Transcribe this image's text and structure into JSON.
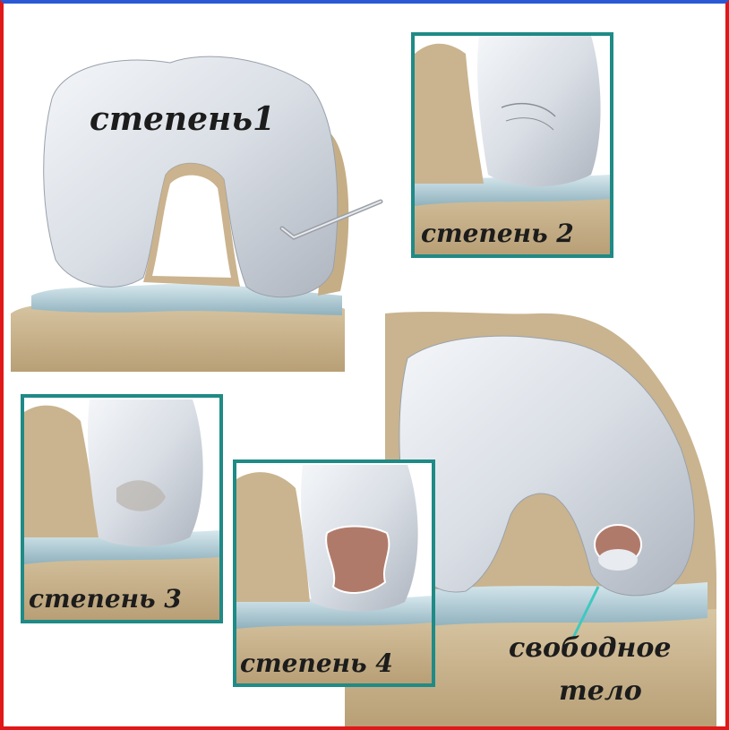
{
  "labels": {
    "grade1": "степень1",
    "grade2": "степень 2",
    "grade3": "степень 3",
    "grade4": "степень 4",
    "loose_body_line1": "свободное",
    "loose_body_line2": "тело"
  },
  "colors": {
    "frame_top": "#2b59d6",
    "frame_sides": "#e01818",
    "inset_border": "#1f8a86",
    "cartilage": "#dfe3e8",
    "bone": "#c9b48f",
    "meniscus": "#b9d3dc",
    "lesion": "#b07a6a",
    "pointer_line": "#3fc9c0"
  },
  "icons": [
    "probe-icon"
  ]
}
